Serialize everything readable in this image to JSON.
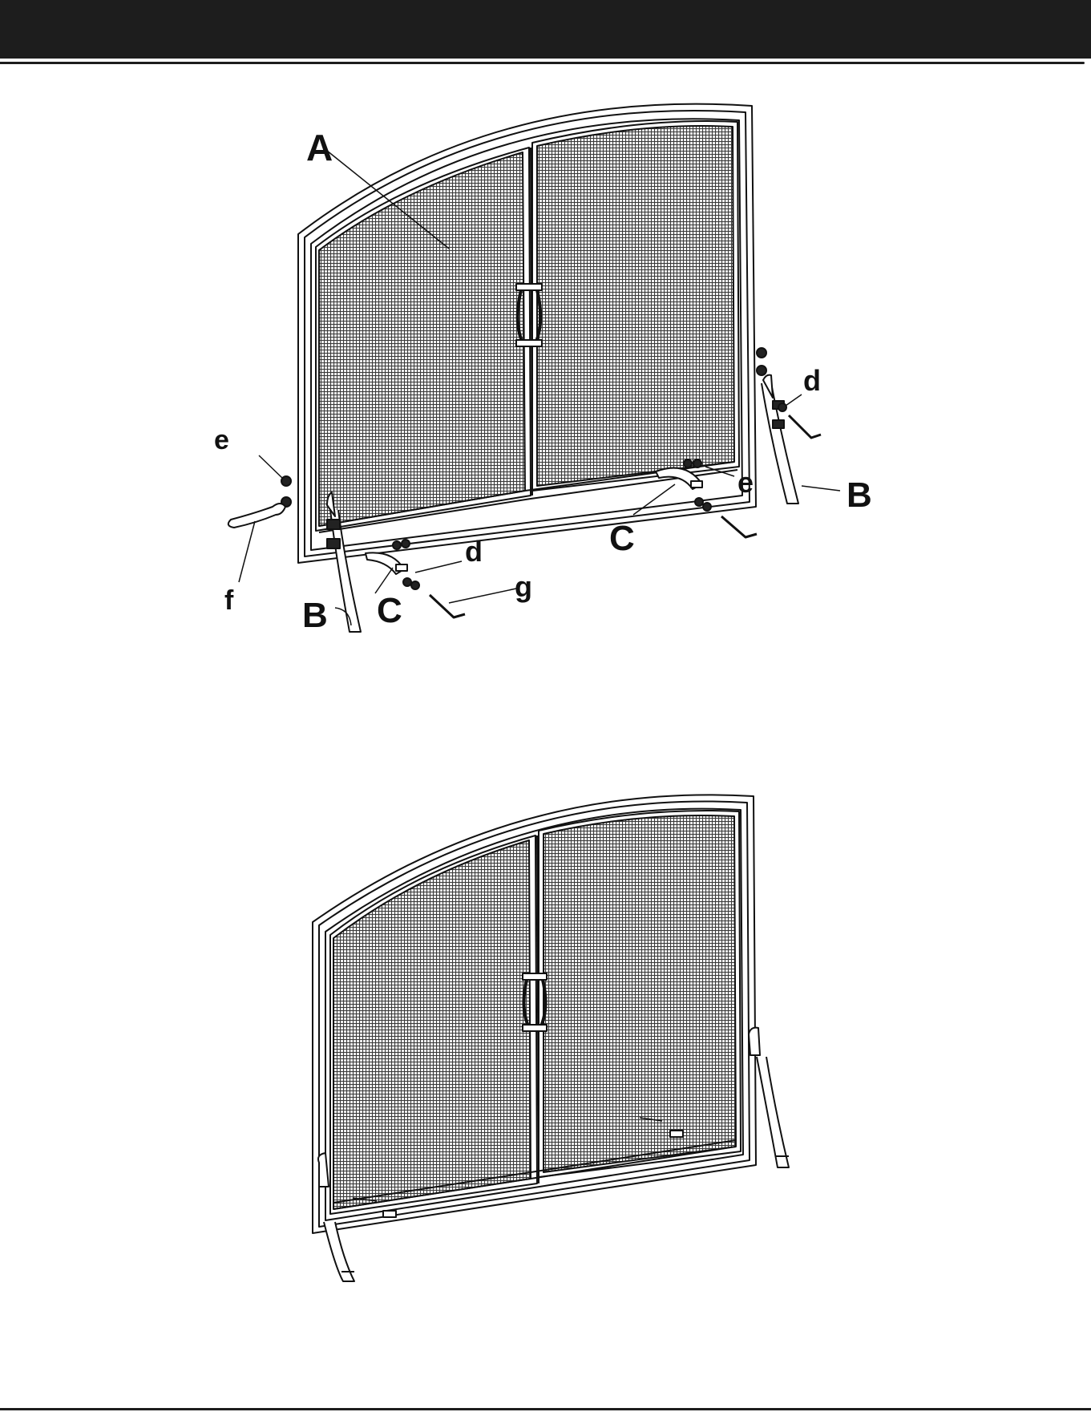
{
  "header": {
    "color": "#1d1d1d"
  },
  "figure1": {
    "labels": {
      "A": "A",
      "B_left": "B",
      "B_right": "B",
      "C_left": "C",
      "C_right": "C",
      "d_left": "d",
      "d_right": "d",
      "e_left": "e",
      "e_right": "e",
      "f": "f",
      "g": "g"
    }
  },
  "colors": {
    "ink": "#111111",
    "mesh": "#555555"
  }
}
